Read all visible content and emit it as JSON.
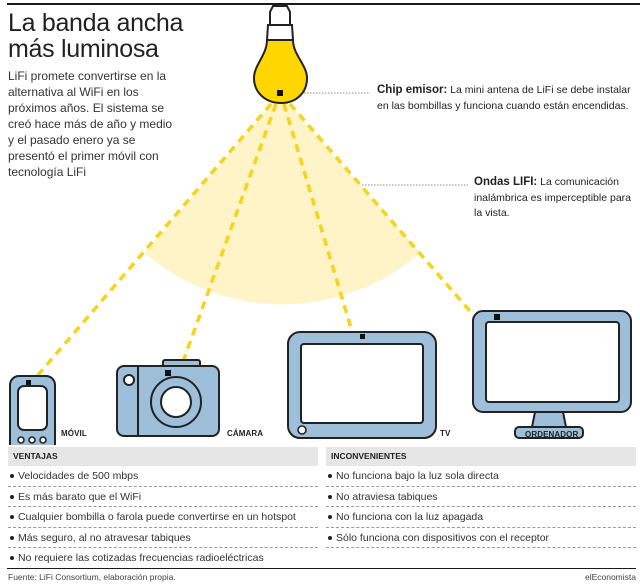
{
  "title": {
    "line1": "La banda ancha",
    "line2": "más luminosa"
  },
  "intro": "LiFi promete convertirse en la alternativa al WiFi en los próximos años. El sistema se creó hace más de año y medio y el pasado enero ya se presentó el primer móvil con tecnología LiFi",
  "callouts": {
    "chip": {
      "label": "Chip emisor:",
      "text": " La mini antena de LiFi se debe instalar en las bombillas y funciona cuando están encendidas."
    },
    "waves": {
      "label": "Ondas LIFI:",
      "text": " La comunicación inalámbrica  es imperceptible para la vista."
    }
  },
  "devices": {
    "phone": "MÓVIL",
    "camera": "CÁMARA",
    "tv": "TV",
    "computer": "ORDENADOR"
  },
  "colors": {
    "bulb": "#FFD600",
    "light_cone": "#FFF3C8",
    "ray": "#F7D31A",
    "device_fill": "#9DBFD9",
    "outline": "#222222",
    "header_bg": "#E6E6E6"
  },
  "advantages": {
    "header": "VENTAJAS",
    "items": [
      "Velocidades de 500 mbps",
      "Es más barato que el WiFi",
      "Cualquier bombilla o farola puede convertirse en un hotspot",
      "Más seguro, al no atravesar tabiques",
      "No requiere las cotizadas frecuencias radioeléctricas"
    ]
  },
  "disadvantages": {
    "header": "INCONVENIENTES",
    "items": [
      "No funciona bajo la luz sola directa",
      "No atraviesa tabiques",
      "No funciona con la luz apagada",
      "Sólo funciona con dispositivos con el receptor"
    ]
  },
  "footer": {
    "source": "Fuente: LiFi Consortium, elaboración propia.",
    "brand": "elEconomista"
  }
}
